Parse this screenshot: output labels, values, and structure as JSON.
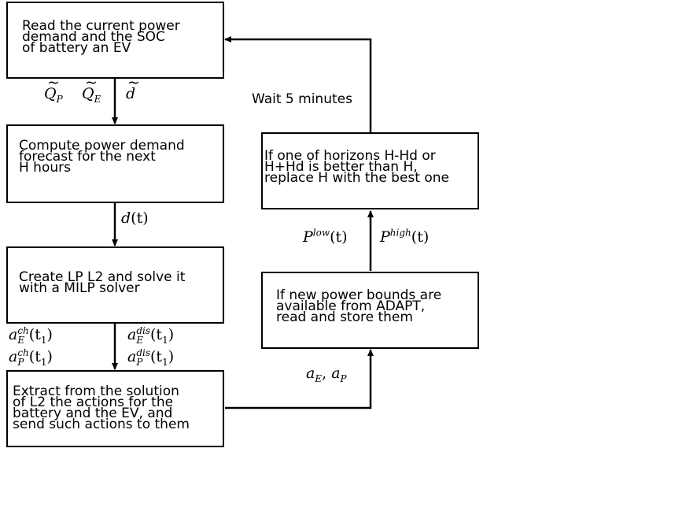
{
  "boxes": {
    "read": "Read the current power\ndemand and the SOC\nof battery an EV",
    "forecast": "Compute power demand\nforecast for the next\nH hours",
    "lp": "Create LP L2 and solve it\nwith a MILP solver",
    "extract": "Extract from the solution\nof L2 the actions for the\nbattery and the EV, and\nsend such actions to them",
    "bounds": "If new power bounds are\navailable from ADAPT,\nread and store them",
    "horizon": "If one of horizons H-Hd or\nH+Hd is better than H,\nreplace H with the best one"
  },
  "labels": {
    "wait": "Wait 5 minutes",
    "q_p": "Q",
    "q_p_sub": "P",
    "q_e": "Q",
    "q_e_sub": "E",
    "d_tilde": "d",
    "d_t": "d",
    "d_t_arg": "(t)",
    "a_ch_e": "a",
    "a_ch_e_sup": "ch",
    "a_ch_e_sub": "E",
    "a_ch_p": "a",
    "a_ch_p_sup": "ch",
    "a_ch_p_sub": "P",
    "a_dis_e": "a",
    "a_dis_e_sup": "dis",
    "a_dis_e_sub": "E",
    "a_dis_p": "a",
    "a_dis_p_sup": "dis",
    "a_dis_p_sub": "P",
    "t1_arg": "(t",
    "t1_sub": "1",
    "t1_close": ")",
    "p_low": "P",
    "p_low_sup": "low",
    "p_high": "P",
    "p_high_sup": "high",
    "t_arg": "(t)",
    "a_e": "a",
    "a_e_sub": "E",
    "comma": ", ",
    "a_p": "a",
    "a_p_sub": "P"
  }
}
